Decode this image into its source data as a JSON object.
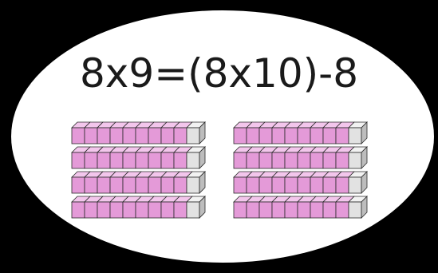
{
  "equation": "8x9=(8x10)-8",
  "rods": {
    "count": 8,
    "cubes_per_rod": 10,
    "shaded_cubes": 9,
    "highlight_color": "#e49ad8",
    "highlight_top_color": "#f3c6ec",
    "highlight_side_color": "#c979bd",
    "removed_color": "#e2e2e2",
    "removed_top_color": "#f2f2f2",
    "removed_side_color": "#bdbdbd",
    "outline_color": "#2a2a2a"
  },
  "colors": {
    "background": "#000000",
    "oval": "#ffffff",
    "text": "#1a1a1a"
  }
}
